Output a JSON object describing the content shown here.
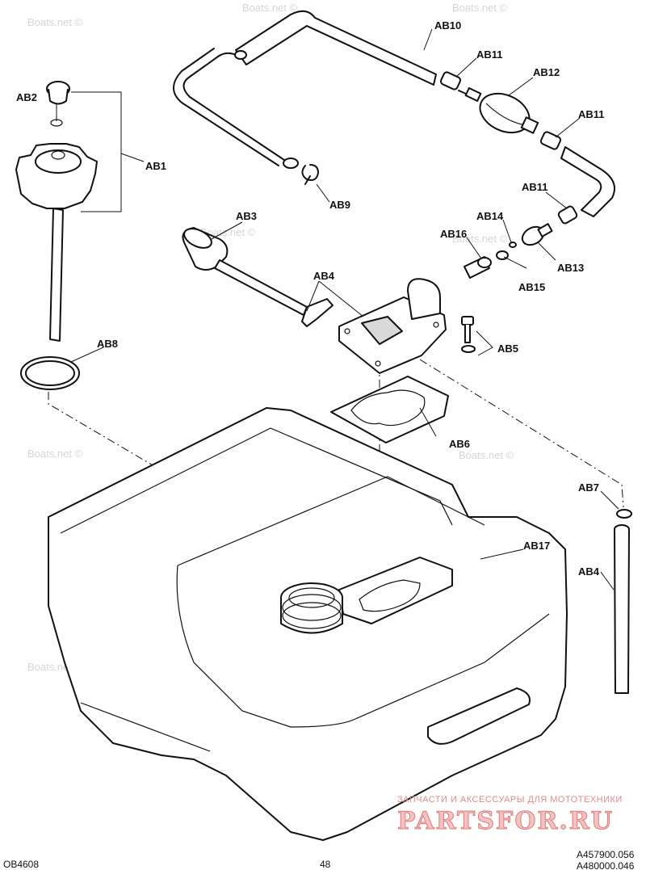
{
  "labels": {
    "ab1": "AB1",
    "ab2": "AB2",
    "ab3": "AB3",
    "ab4_upper": "AB4",
    "ab4_lower": "AB4",
    "ab5": "AB5",
    "ab6": "AB6",
    "ab7": "AB7",
    "ab8": "AB8",
    "ab9": "AB9",
    "ab10": "AB10",
    "ab11_a": "AB11",
    "ab11_b": "AB11",
    "ab11_c": "AB11",
    "ab12": "AB12",
    "ab13": "AB13",
    "ab14": "AB14",
    "ab15": "AB15",
    "ab16": "AB16",
    "ab17": "AB17"
  },
  "watermark": "Boats.net ©",
  "footer": {
    "left": "OB4608",
    "center": "48",
    "right_1": "A457900.056",
    "right_2": "A480000.046"
  },
  "ad": {
    "tagline": "ЗАПЧАСТИ И АКСЕССУАРЫ ДЛЯ МОТОТЕХНИКИ",
    "brand": "PARTSFOR.RU"
  }
}
